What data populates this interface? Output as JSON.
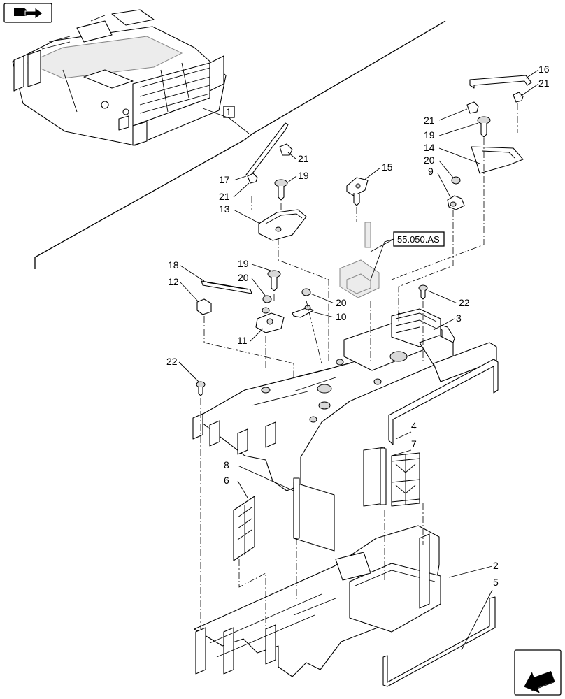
{
  "callouts": {
    "c1": "1",
    "c2": "2",
    "c3": "3",
    "c4": "4",
    "c5": "5",
    "c6": "6",
    "c7": "7",
    "c8": "8",
    "c9": "9",
    "c10": "10",
    "c11": "11",
    "c12": "12",
    "c13": "13",
    "c14": "14",
    "c15": "15",
    "c16": "16",
    "c17": "17",
    "c18": "18",
    "c19a": "19",
    "c19b": "19",
    "c19c": "19",
    "c20a": "20",
    "c20b": "20",
    "c20c": "20",
    "c21a": "21",
    "c21b": "21",
    "c21c": "21",
    "c21d": "21",
    "c22a": "22",
    "c22b": "22"
  },
  "reference": "55.050.AS",
  "icons": {
    "top_left": "book-arrow-icon",
    "bottom_right": "next-page-arrow-icon"
  }
}
